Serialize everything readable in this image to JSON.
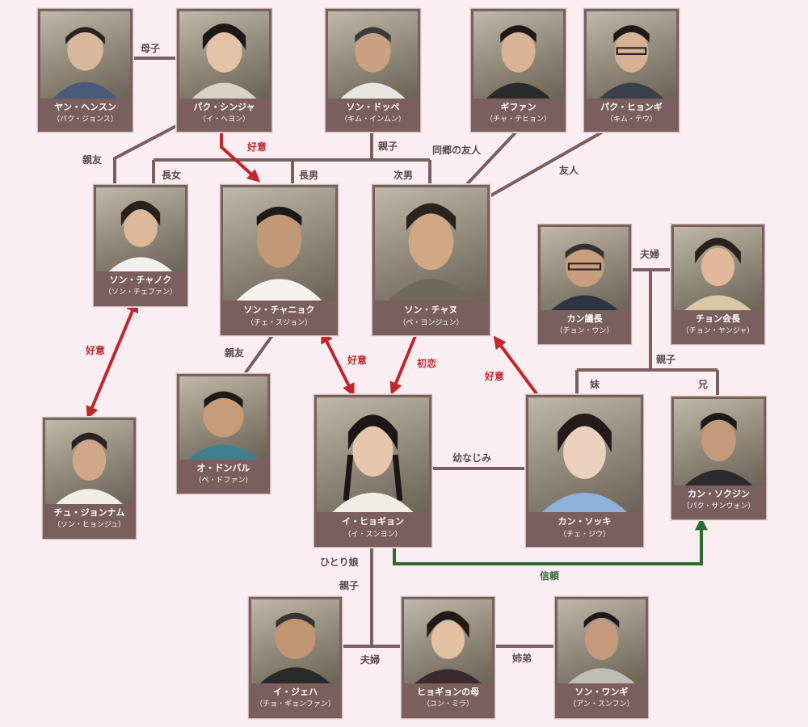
{
  "people": {
    "yang": {
      "name": "ヤン・ヘンスン",
      "actor": "（パク・ジョンス）"
    },
    "park_sinja": {
      "name": "パク・シンジャ",
      "actor": "（イ・ヘヨン）"
    },
    "son_doppe": {
      "name": "ソン・ドッペ",
      "actor": "（キム・インムン）"
    },
    "gifan": {
      "name": "ギファン",
      "actor": "（チャ・テヒョン）"
    },
    "park_hyongi": {
      "name": "パク・ヒョンギ",
      "actor": "（キム・テウ）"
    },
    "son_chanok": {
      "name": "ソン・チャノク",
      "actor": "（ソン・チェファン）"
    },
    "son_chanyok": {
      "name": "ソン・チャニョク",
      "actor": "（チェ・スジョン）"
    },
    "son_chanu": {
      "name": "ソン・チャヌ",
      "actor": "（ペ・ヨンジュン）"
    },
    "kang_gicho": {
      "name": "カン議長",
      "actor": "（チョン・ウン）"
    },
    "chon_kaicho": {
      "name": "チョン会長",
      "actor": "（チョン・ヤンジャ）"
    },
    "oh_donbal": {
      "name": "オ・ドンバル",
      "actor": "（ペ・ドファン）"
    },
    "lee_hyogyon": {
      "name": "イ・ヒョギョン",
      "actor": "（イ・スンヨン）"
    },
    "kang_sokki": {
      "name": "カン・ソッキ",
      "actor": "（チェ・ジウ）"
    },
    "kang_sokjin": {
      "name": "カン・ソクジン",
      "actor": "（パク・サンウォン）"
    },
    "chu_jonnam": {
      "name": "チュ・ジョンナム",
      "actor": "（ソン・ヒョンジュ）"
    },
    "lee_jeha": {
      "name": "イ・ジェハ",
      "actor": "（チョ・ギョンファン）"
    },
    "hyogyon_mother": {
      "name": "ヒョギョンの母",
      "actor": "（ユン・ミラ）"
    },
    "son_wongi": {
      "name": "ソン・ワンギ",
      "actor": "（アン・スンフン）"
    }
  },
  "relations": {
    "boshi": "母子",
    "koui_1": "好意",
    "oyako_1": "親子",
    "dokyo_yujin": "同郷の友人",
    "shinyu_1": "親友",
    "chojo": "長女",
    "chonan": "長男",
    "jinan": "次男",
    "yujin": "友人",
    "fufu_1": "夫婦",
    "oyako_2": "親子",
    "imouto": "妹",
    "ani": "兄",
    "koui_2": "好意",
    "shinyu_2": "親友",
    "koui_3": "好意",
    "hatsukoi": "初恋",
    "koui_4": "好意",
    "osananajimi": "幼なじみ",
    "hitorimusume": "ひとり娘",
    "oyako_3": "親子",
    "shinrai": "信頼",
    "fufu_2": "夫婦",
    "shitei": "姉弟"
  },
  "colors": {
    "background": "#fbeef3",
    "connector": "#7b5e5e",
    "affection_arrow": "#c0272d",
    "trust_arrow": "#2f6b2f",
    "card": "#7b5e5e"
  }
}
